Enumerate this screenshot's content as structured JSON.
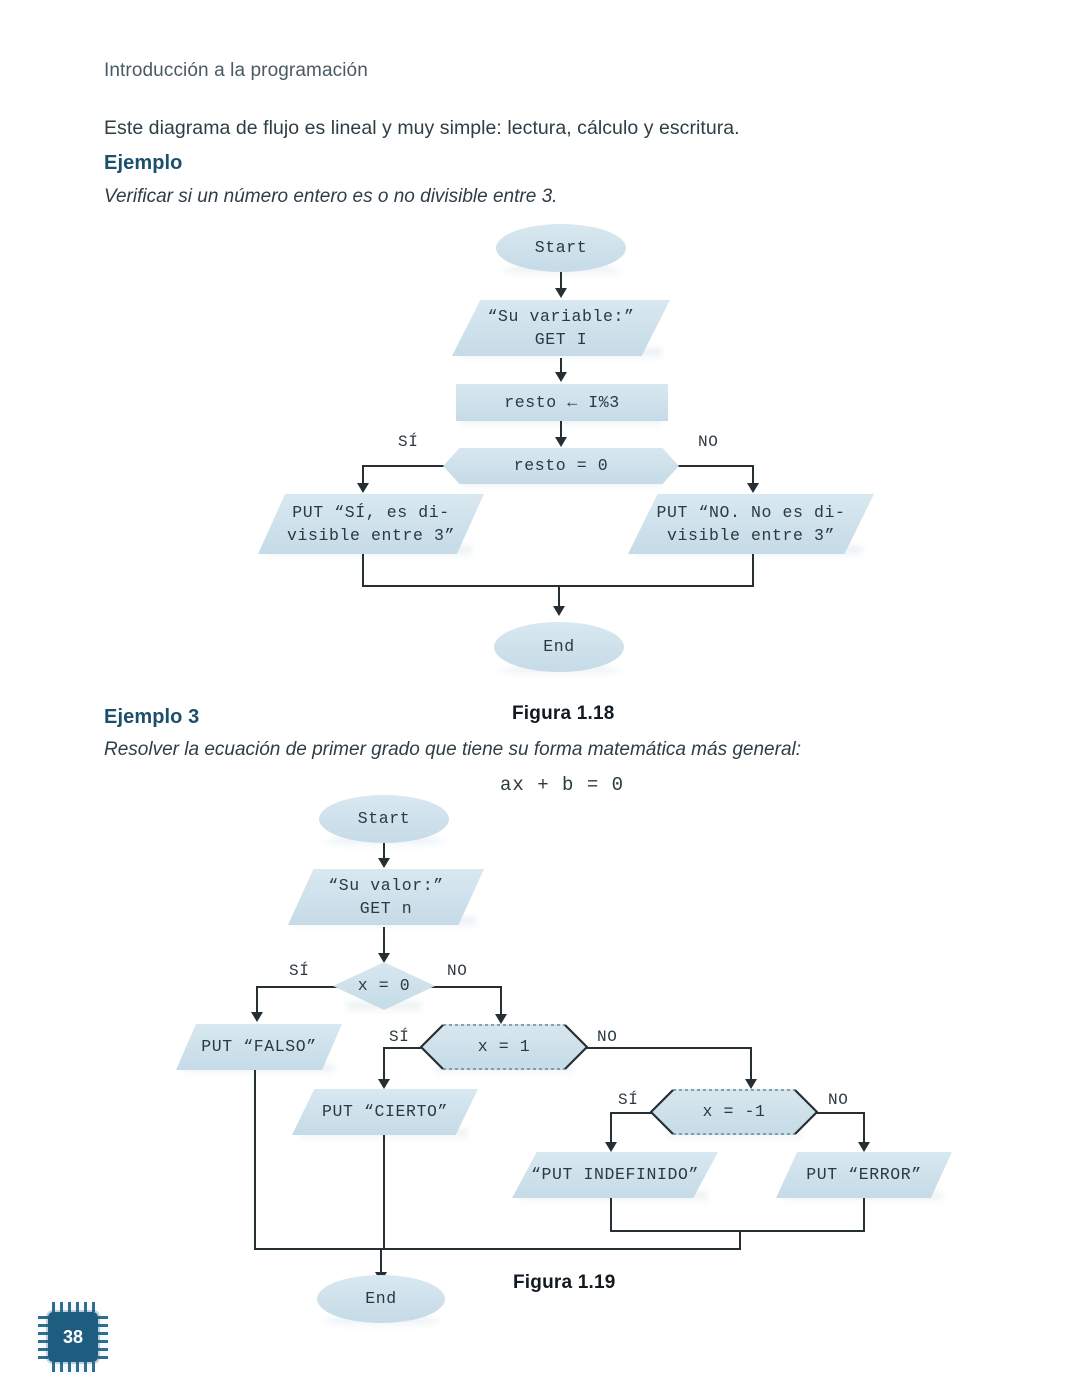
{
  "page": {
    "running_head": "Introducción a la programación",
    "number": "38",
    "intro_line": "Este diagrama de flujo es lineal y muy simple: lectura, cálculo y escritura.",
    "heading_ejemplo": "Ejemplo",
    "prompt_1": "Verificar si un número entero es o no divisible entre 3.",
    "heading_ejemplo_3": "Ejemplo 3",
    "prompt_3": "Resolver la ecuación de primer grado que tiene su forma matemática más general:",
    "equation": "ax + b = 0",
    "caption_118": "Figura 1.18",
    "caption_119": "Figura 1.19"
  },
  "colors": {
    "shape_fill": "#c9dde8",
    "shape_fill_light": "#d7e6ee",
    "line": "#262f33",
    "heading": "#1c4f6b",
    "chip": "#1c5d80",
    "text": "#2b3940"
  },
  "figure_118": {
    "nodes": {
      "start": "Start",
      "input": "“Su variable:”\nGET I",
      "process": "resto ← I%3",
      "decision": "resto = 0",
      "out_yes": "PUT “SÍ, es di-\nvisible entre 3”",
      "out_no": "PUT “NO. No es di-\nvisible entre 3”",
      "end": "End"
    },
    "branch_labels": {
      "yes": "SÍ",
      "no": "NO"
    }
  },
  "figure_119": {
    "nodes": {
      "start": "Start",
      "input": "“Su valor:”\nGET n",
      "decision_x0": "x = 0",
      "decision_x1": "x = 1",
      "decision_xm1": "x = -1",
      "out_falso": "PUT “FALSO”",
      "out_cierto": "PUT “CIERTO”",
      "out_indefinido": "“PUT INDEFINIDO”",
      "out_error": "PUT “ERROR”",
      "end": "End"
    },
    "branch_labels": {
      "yes": "SÍ",
      "no": "NO"
    }
  }
}
